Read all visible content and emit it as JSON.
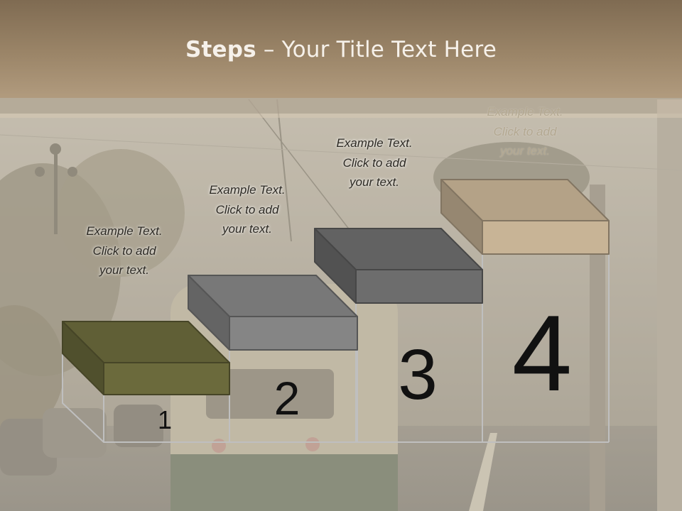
{
  "slide": {
    "title_bold": "Steps",
    "title_rest": " – Your Title Text Here"
  },
  "colors": {
    "step1": "#6b6a3c",
    "step2": "#858585",
    "step3": "#6d6d6d",
    "step4": "#c8b496",
    "outline": "#bfbfbf"
  },
  "steps": [
    {
      "number": "1",
      "caption": [
        "Example Text.",
        "Click  to add",
        "your text."
      ]
    },
    {
      "number": "2",
      "caption": [
        "Example Text.",
        "Click  to add",
        "your text."
      ]
    },
    {
      "number": "3",
      "caption": [
        "Example Text.",
        "Click  to add",
        "your text."
      ]
    },
    {
      "number": "4",
      "caption": [
        "Example Text.",
        "Click  to add",
        "your text."
      ]
    }
  ]
}
